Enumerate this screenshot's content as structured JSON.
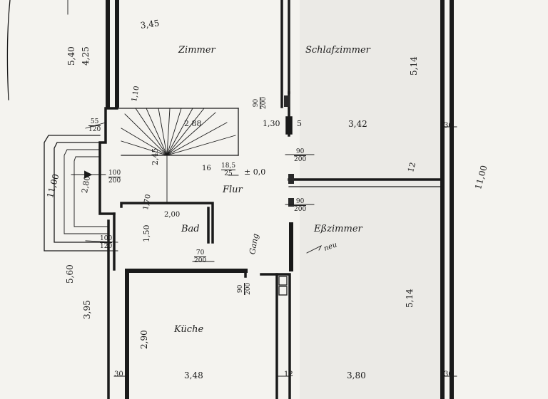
{
  "rooms": {
    "zimmer": "Zimmer",
    "schlafzimmer": "Schlafzimmer",
    "essen_zimmer": "Eßzimmer",
    "flur": "Flur",
    "bad": "Bad",
    "gang": "Gang",
    "kuche": "Küche"
  },
  "note_neu": "neu",
  "dims": {
    "d_5_40": "5,40",
    "d_4_25": "4,25",
    "d_3_45": "3,45",
    "d_5_14_top": "5,14",
    "d_2_88": "2,88",
    "d_3_42": "3,42",
    "d_1_30": "1,30",
    "d_5": "5",
    "d_2_45": "2,45",
    "d_16": "16",
    "d_pm0": "± 0,0",
    "d_11_00_left": "11,00",
    "d_11_00_right": "11,00",
    "d_2_80": "2,80",
    "d_12_mid": "12",
    "d_2_00": "2,00",
    "d_1_50": "1,50",
    "d_5_60": "5,60",
    "d_3_95": "3,95",
    "d_2_90": "2,90",
    "d_5_14_bottom": "5,14",
    "d_3_48": "3,48",
    "d_3_80": "3,80",
    "d_12_bottom": "12",
    "d_30_bl": "30",
    "d_30_br": "30",
    "d_30_tr": "30",
    "d_1_10": "1,10",
    "d_1_70": "1,70"
  },
  "openings": {
    "o1": {
      "num": "90",
      "den": "200"
    },
    "o2": {
      "num": "90",
      "den": "200"
    },
    "o3": {
      "num": "90",
      "den": "200"
    },
    "o4": {
      "num": "100",
      "den": "200"
    },
    "o5": {
      "num": "70",
      "den": "200"
    },
    "o6": {
      "num": "90",
      "den": "200"
    },
    "o7": {
      "num": "18,5",
      "den": "25"
    },
    "o8": {
      "num": "100",
      "den": "120"
    },
    "o9": {
      "num": "55",
      "den": "120"
    }
  }
}
